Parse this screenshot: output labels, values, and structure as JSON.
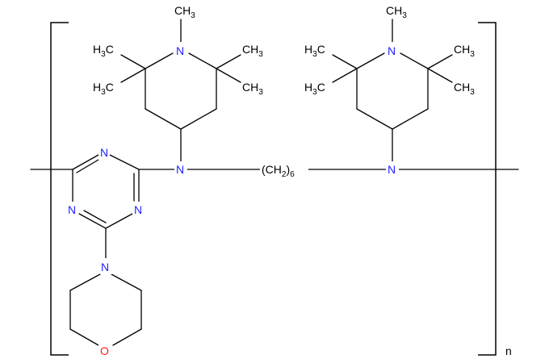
{
  "atoms": {
    "methyl": "CH",
    "methyl_sub": "3",
    "methyl_left": "H",
    "methyl_left_c": "C",
    "nitrogen": "N",
    "oxygen": "O",
    "linker_open": "(CH",
    "linker_sub2": "2",
    "linker_close": ")",
    "linker_sub6": "6"
  },
  "repeat_label": "n",
  "colors": {
    "bond": "#000000",
    "nitrogen": "#1f1fff",
    "oxygen": "#ff1f1f",
    "carbon": "#000000"
  }
}
